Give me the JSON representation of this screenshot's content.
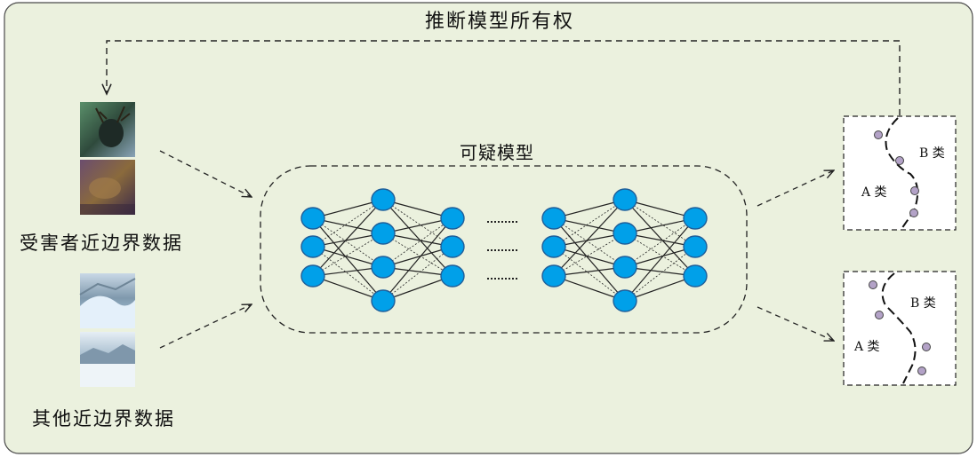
{
  "title": "推断模型所有权",
  "suspect_model_label": "可疑模型",
  "victim_data_label": "受害者近边界数据",
  "other_data_label": "其他近边界数据",
  "ellipsis": "……",
  "panel_top": {
    "class_a": "A 类",
    "class_b": "B 类"
  },
  "panel_bottom": {
    "class_a": "A 类",
    "class_b": "B 类"
  },
  "colors": {
    "frame_bg": "#ebf1de",
    "node": "#00a0e9",
    "node_stroke": "#1f5f9a",
    "point": "#b3a2c7"
  }
}
